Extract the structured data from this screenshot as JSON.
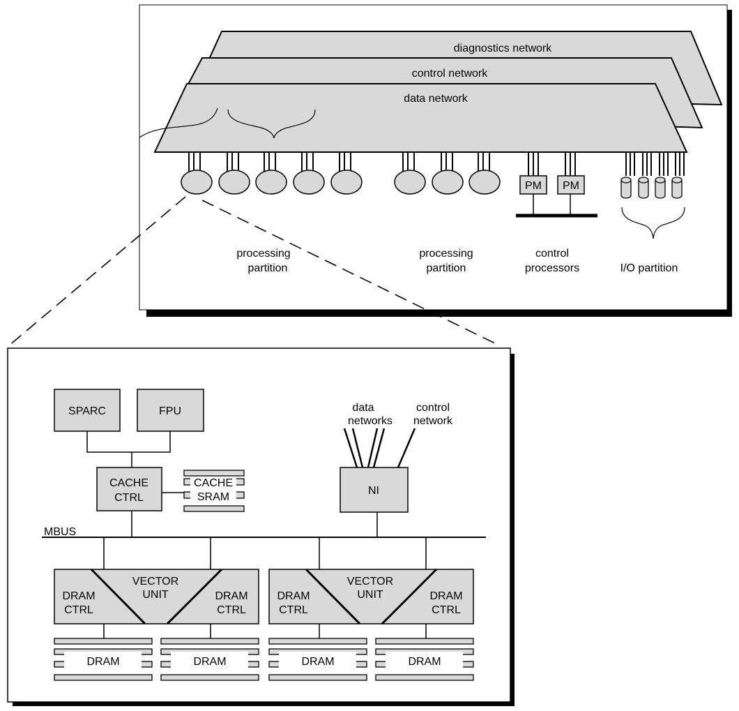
{
  "networks": {
    "diagnostics": "diagnostics network",
    "control": "control network",
    "data": "data network"
  },
  "partitions": {
    "processing_1": [
      "processing",
      "partition"
    ],
    "processing_2": [
      "processing",
      "partition"
    ],
    "control": [
      "control",
      "processors"
    ],
    "io": "I/O partition"
  },
  "pm_label": "PM",
  "node": {
    "sparc": "SPARC",
    "fpu": "FPU",
    "cache_ctrl": [
      "CACHE",
      "CTRL"
    ],
    "cache_sram": [
      "CACHE",
      "SRAM"
    ],
    "ni": "NI",
    "data_networks": [
      "data",
      "networks"
    ],
    "control_network": [
      "control",
      "network"
    ],
    "mbus": "MBUS",
    "vector_unit": [
      "VECTOR",
      "UNIT"
    ],
    "dram_ctrl": [
      "DRAM",
      "CTRL"
    ],
    "dram": "DRAM"
  }
}
